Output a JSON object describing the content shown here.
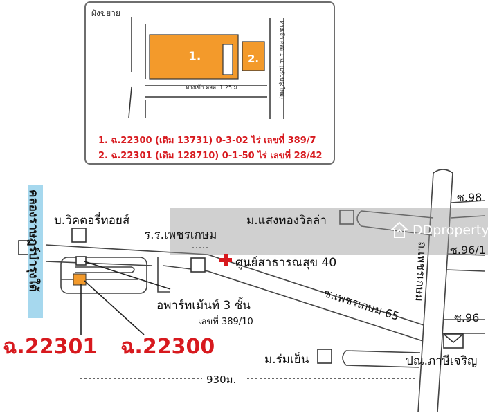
{
  "inset": {
    "title": "ผังขยาย",
    "plot1_label": "1.",
    "plot2_label": "2.",
    "road_label": "ทางเข้า คสล. 1.25 ม.",
    "side_road_label": "ทางเข้า คสล 1 ม. (ปรับปรุงใหม่)",
    "deed_1": "1. ฉ.22300 (เดิม 13731) 0-3-02 ไร่ เลขที่ 389/7",
    "deed_2": "2. ฉ.22301 (เดิม 128710) 0-1-50 ไร่ เลขที่ 28/42"
  },
  "labels": {
    "canal": "คลองราษฎร์บำรุงใต้",
    "soi_98": "ซ.98",
    "soi_96_1": "ซ.96/1",
    "soi_96": "ซ.96",
    "village_saengthong": "ม.แสงทองวิลล่า",
    "victory_house": "บ.วิคตอรี่ทอยส์",
    "school": "ร.ร.เพชรเกษม",
    "health_center": "ศูนย์สาธารณสุข 40",
    "apartment": "อพาร์ทเม้นท์ 3 ชั้น",
    "apartment_no": "เลขที่ 389/10",
    "soi_65": "ซ.เพชรเกษม 65",
    "main_road": "ถ.เพชรเกษม",
    "village_romyen": "ม.ร่มเย็น",
    "post_office": "ปณ.ภาษีเจริญ",
    "distance": "930ม.",
    "deed_22301": "ฉ.22301",
    "deed_22300": "ฉ.22300",
    "watermark": "DDproperty"
  },
  "colors": {
    "plot": "#f39a2b",
    "deed_red": "#d7191e",
    "canal_blue": "#a6d8ee",
    "road_line": "#444444",
    "watermark_gray": "#969696"
  },
  "icons": [
    "hospital-cross-icon",
    "mail-envelope-icon",
    "ddproperty-logo-icon"
  ]
}
